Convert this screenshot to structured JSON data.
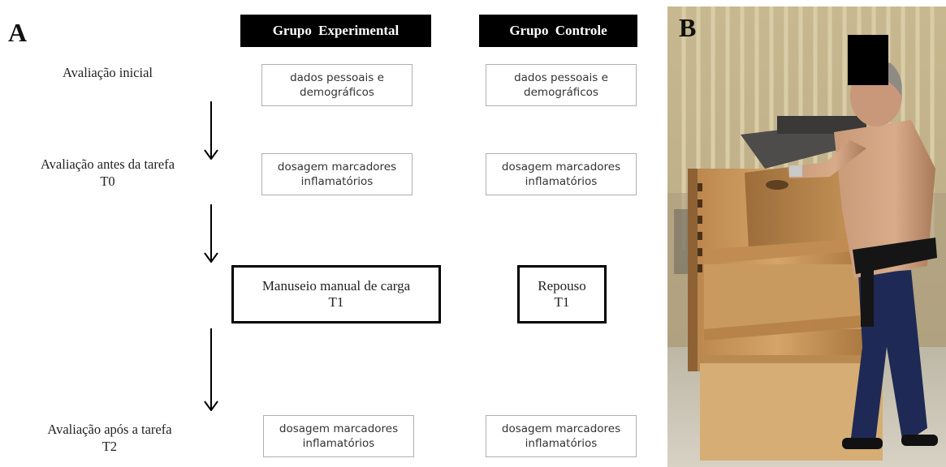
{
  "panel_a": {
    "letter": "A",
    "headers": {
      "experimental": "Grupo Experimental",
      "control": "Grupo Controle"
    },
    "stages": [
      {
        "line1": "Avaliação inicial",
        "line2": ""
      },
      {
        "line1": "Avaliação antes da tarefa",
        "line2": "T0"
      },
      {
        "line1": "Avaliação após a tarefa",
        "line2": "T2"
      }
    ],
    "experimental_boxes": [
      {
        "line1": "dados pessoais e",
        "line2": "demográficos"
      },
      {
        "line1": "dosagem marcadores",
        "line2": "inflamatórios"
      },
      {
        "line1": "Manuseio manual de carga",
        "line2": "T1"
      },
      {
        "line1": "dosagem marcadores",
        "line2": "inflamatórios"
      }
    ],
    "control_boxes": [
      {
        "line1": "dados pessoais e",
        "line2": "demográficos"
      },
      {
        "line1": "dosagem marcadores",
        "line2": "inflamatórios"
      },
      {
        "line1": "Repouso",
        "line2": "T1"
      },
      {
        "line1": "dosagem marcadores",
        "line2": "inflamatórios"
      }
    ]
  },
  "panel_b": {
    "letter": "B"
  }
}
